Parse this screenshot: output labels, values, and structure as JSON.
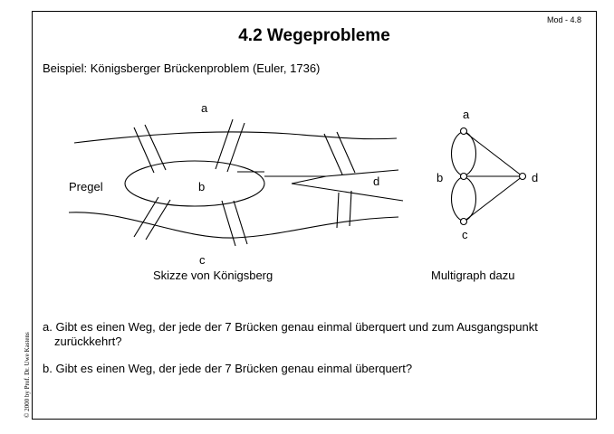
{
  "slide": {
    "module_tag": "Mod - 4.8",
    "title": "4.2 Wegeprobleme",
    "intro": "Beispiel: Königsberger Brückenproblem (Euler, 1736)",
    "copyright": "© 2000 by Prof. Dr. Uwe Kastens"
  },
  "sketch": {
    "river_label": "Pregel",
    "land_a": "a",
    "land_b": "b",
    "land_c": "c",
    "land_d": "d",
    "caption": "Skizze von Königsberg"
  },
  "multigraph": {
    "node_a": "a",
    "node_b": "b",
    "node_c": "c",
    "node_d": "d",
    "caption": "Multigraph dazu"
  },
  "questions": {
    "a_line1": "a. Gibt es einen Weg, der jede der 7 Brücken genau einmal überquert und zum Ausgangspunkt",
    "a_line2": "zurückkehrt?",
    "b_line1": "b. Gibt es einen Weg, der jede der 7 Brücken genau einmal überquert?"
  }
}
